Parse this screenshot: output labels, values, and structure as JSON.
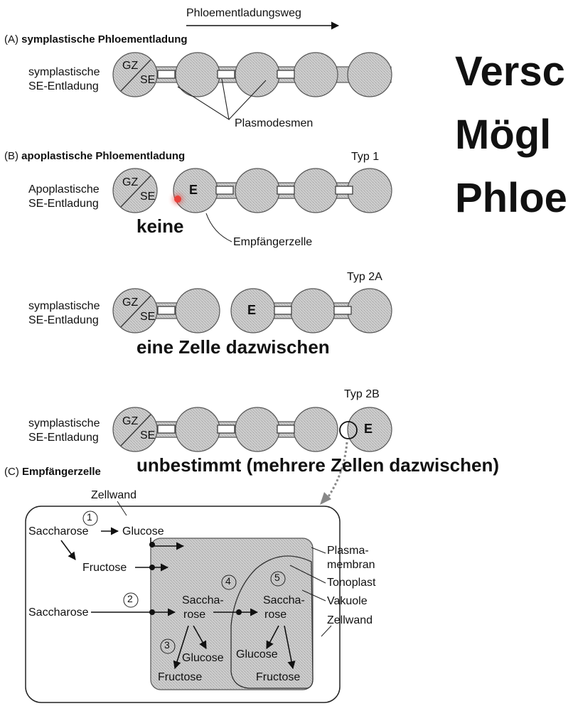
{
  "header": {
    "direction_label": "Phloementladungsweg"
  },
  "title_lines": [
    "Versc",
    "Mögl",
    "Phloe"
  ],
  "section_a": {
    "letter": "(A)",
    "heading": "symplastische Phloementladung",
    "left_label": [
      "symplastische",
      "SE-Entladung"
    ],
    "cell_gz": "GZ",
    "cell_se": "SE",
    "callout": "Plasmodesmen"
  },
  "section_b": {
    "letter": "(B)",
    "heading": "apoplastische Phloementladung",
    "typ1": {
      "type_label": "Typ 1",
      "left_label": [
        "Apoplastische",
        "SE-Entladung"
      ],
      "receiver_cell": "E",
      "callout": "Empfängerzelle",
      "annotation": "keine"
    },
    "typ2a": {
      "type_label": "Typ 2A",
      "left_label": [
        "symplastische",
        "SE-Entladung"
      ],
      "receiver_cell": "E",
      "annotation": "eine Zelle dazwischen"
    },
    "typ2b": {
      "type_label": "Typ 2B",
      "left_label": [
        "symplastische",
        "SE-Entladung"
      ],
      "receiver_cell": "E",
      "annotation": "unbestimmt (mehrere Zellen dazwischen)"
    }
  },
  "section_c": {
    "letter": "(C)",
    "heading": "Empfängerzelle",
    "labels": {
      "zellwand_top": "Zellwand",
      "saccharose_1": "Saccharose",
      "glucose_1": "Glucose",
      "fructose_1": "Fructose",
      "saccharose_2": "Saccharose",
      "saccha_1": "Saccha-",
      "rose_1": "rose",
      "saccha_2": "Saccha-",
      "rose_2": "rose",
      "glucose_3": "Glucose",
      "fructose_3": "Fructose",
      "glucose_5": "Glucose",
      "fructose_5": "Fructose"
    },
    "steps": [
      "1",
      "2",
      "3",
      "4",
      "5"
    ],
    "right_labels": [
      "Plasma-",
      "membran",
      "Tonoplast",
      "Vakuole",
      "Zellwand"
    ]
  },
  "colors": {
    "cell_fill": "#c9c9c9",
    "cell_stroke": "#555555",
    "dot": "#e8423c"
  }
}
